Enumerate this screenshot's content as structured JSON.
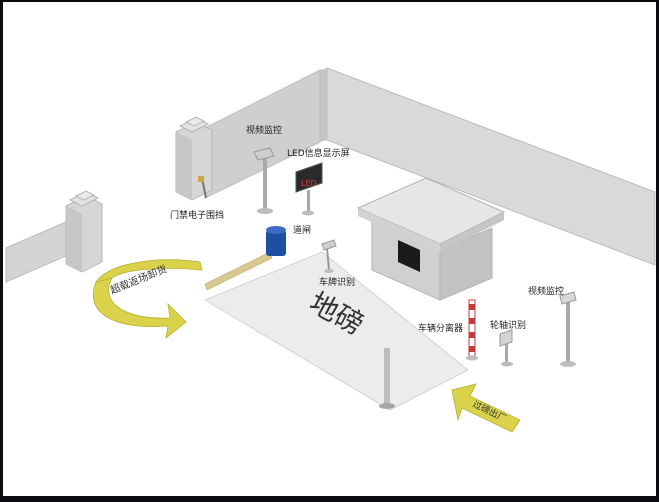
{
  "labels": {
    "video_monitor_1": "视频监控",
    "led_display": "LED信息显示屏",
    "access_fence": "门禁电子围挡",
    "barrier_gate": "道闸",
    "plate_recognition": "车牌识别",
    "weighbridge": "地磅",
    "vehicle_separator": "车辆分离器",
    "axle_recognition": "轮轴识别",
    "video_monitor_2": "视频监控",
    "overload_unload": "超载返场卸货",
    "weigh_exit": "过磅出厂",
    "led_text": "LED"
  },
  "colors": {
    "arrow_yellow": "#d9d24a",
    "gate_blue": "#1f4fa3",
    "separator_red": "#c8383a",
    "wall": "#d6d6d6"
  }
}
